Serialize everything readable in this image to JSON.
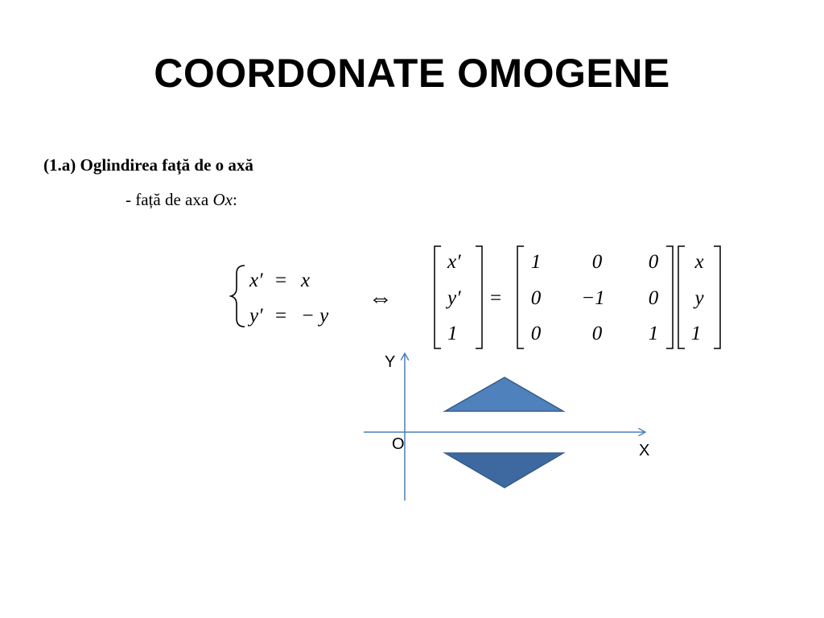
{
  "slide": {
    "title": "COORDONATE OMOGENE",
    "subtitle": "(1.a) Oglindirea față de o axă",
    "subline_prefix": "- față de axa ",
    "subline_axis": "Ox",
    "subline_suffix": ":"
  },
  "system": {
    "eq1_lhs": "x′",
    "eq1_op": "=",
    "eq1_rhs": "x",
    "eq2_lhs": "y′",
    "eq2_op": "=",
    "eq2_rhs": "− y"
  },
  "equivalence_symbol": "⇔",
  "matrix_equation": {
    "lhs_vector": [
      "x′",
      "y′",
      "1"
    ],
    "equals": "=",
    "matrix": [
      [
        "1",
        "0",
        "0"
      ],
      [
        "0",
        "−1",
        "0"
      ],
      [
        "0",
        "0",
        "1"
      ]
    ],
    "rhs_vector": [
      "x",
      "y",
      "1"
    ]
  },
  "diagram": {
    "y_axis_label": "Y",
    "x_axis_label": "X",
    "origin_label": "O",
    "axis_color": "#4a7ebb",
    "upper_triangle_color": "#4f81bd",
    "lower_triangle_color": "#3d68a0",
    "triangle_stroke": "#385d8a"
  }
}
